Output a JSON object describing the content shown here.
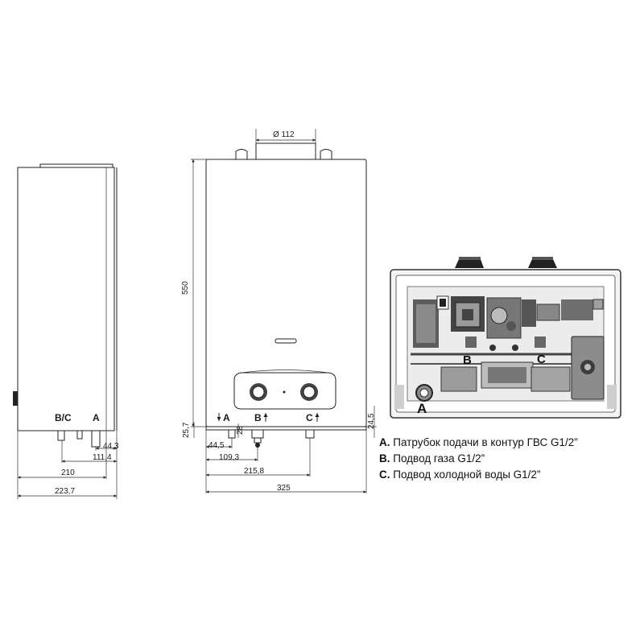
{
  "dimensions": {
    "flue_diameter": "Ø 112",
    "height": "550",
    "side_depth_total": "223,7",
    "side_depth_body": "210",
    "side_depth_bc": "111,4",
    "side_depth_a": "44,3",
    "front_offset_a": "44,5",
    "front_offset_b": "109,3",
    "front_offset_c": "215,8",
    "front_width": "325",
    "front_pipe_height_left": "25,7",
    "front_pipe_height_a": "28",
    "front_pipe_height_right": "24,5"
  },
  "connection_labels": {
    "side_bc": "B/C",
    "side_a": "A",
    "front_a": "A",
    "front_b": "B",
    "front_c": "C",
    "photo_a": "A",
    "photo_b": "B",
    "photo_c": "C"
  },
  "legend": [
    {
      "key": "A.",
      "text": "Патрубок подачи в контур ГВС G1/2”"
    },
    {
      "key": "B.",
      "text": "Подвод газа G1/2”"
    },
    {
      "key": "C.",
      "text": "Подвод холодной воды G1/2”"
    }
  ]
}
